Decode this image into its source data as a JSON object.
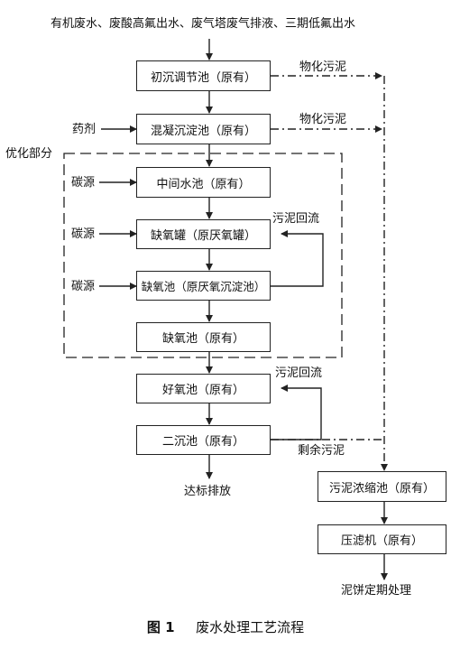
{
  "input_line": "有机废水、废酸高氟出水、废气塔废气排液、三期低氟出水",
  "boxes": {
    "initial_settling": "初沉调节池（原有）",
    "coagulation": "混凝沉淀池（原有）",
    "middle_pool": "中间水池（原有）",
    "anoxic_tank": "缺氧罐（原厌氧罐）",
    "anoxic_pool_1": "缺氧池（原厌氧沉淀池）",
    "anoxic_pool_2": "缺氧池（原有）",
    "aerobic_pool": "好氧池（原有）",
    "secondary_settling": "二沉池（原有）",
    "sludge_thickener": "污泥浓缩池（原有）",
    "filter_press": "压滤机（原有）"
  },
  "labels": {
    "physchem_sludge_1": "物化污泥",
    "physchem_sludge_2": "物化污泥",
    "agent": "药剂",
    "optimized_part": "优化部分",
    "carbon_source_1": "碳源",
    "carbon_source_2": "碳源",
    "carbon_source_3": "碳源",
    "sludge_return_1": "污泥回流",
    "sludge_return_2": "污泥回流",
    "excess_sludge": "剩余污泥",
    "discharge": "达标排放",
    "cake_disposal": "泥饼定期处理"
  },
  "caption": {
    "figure_no": "图 1",
    "title": "废水处理工艺流程"
  }
}
